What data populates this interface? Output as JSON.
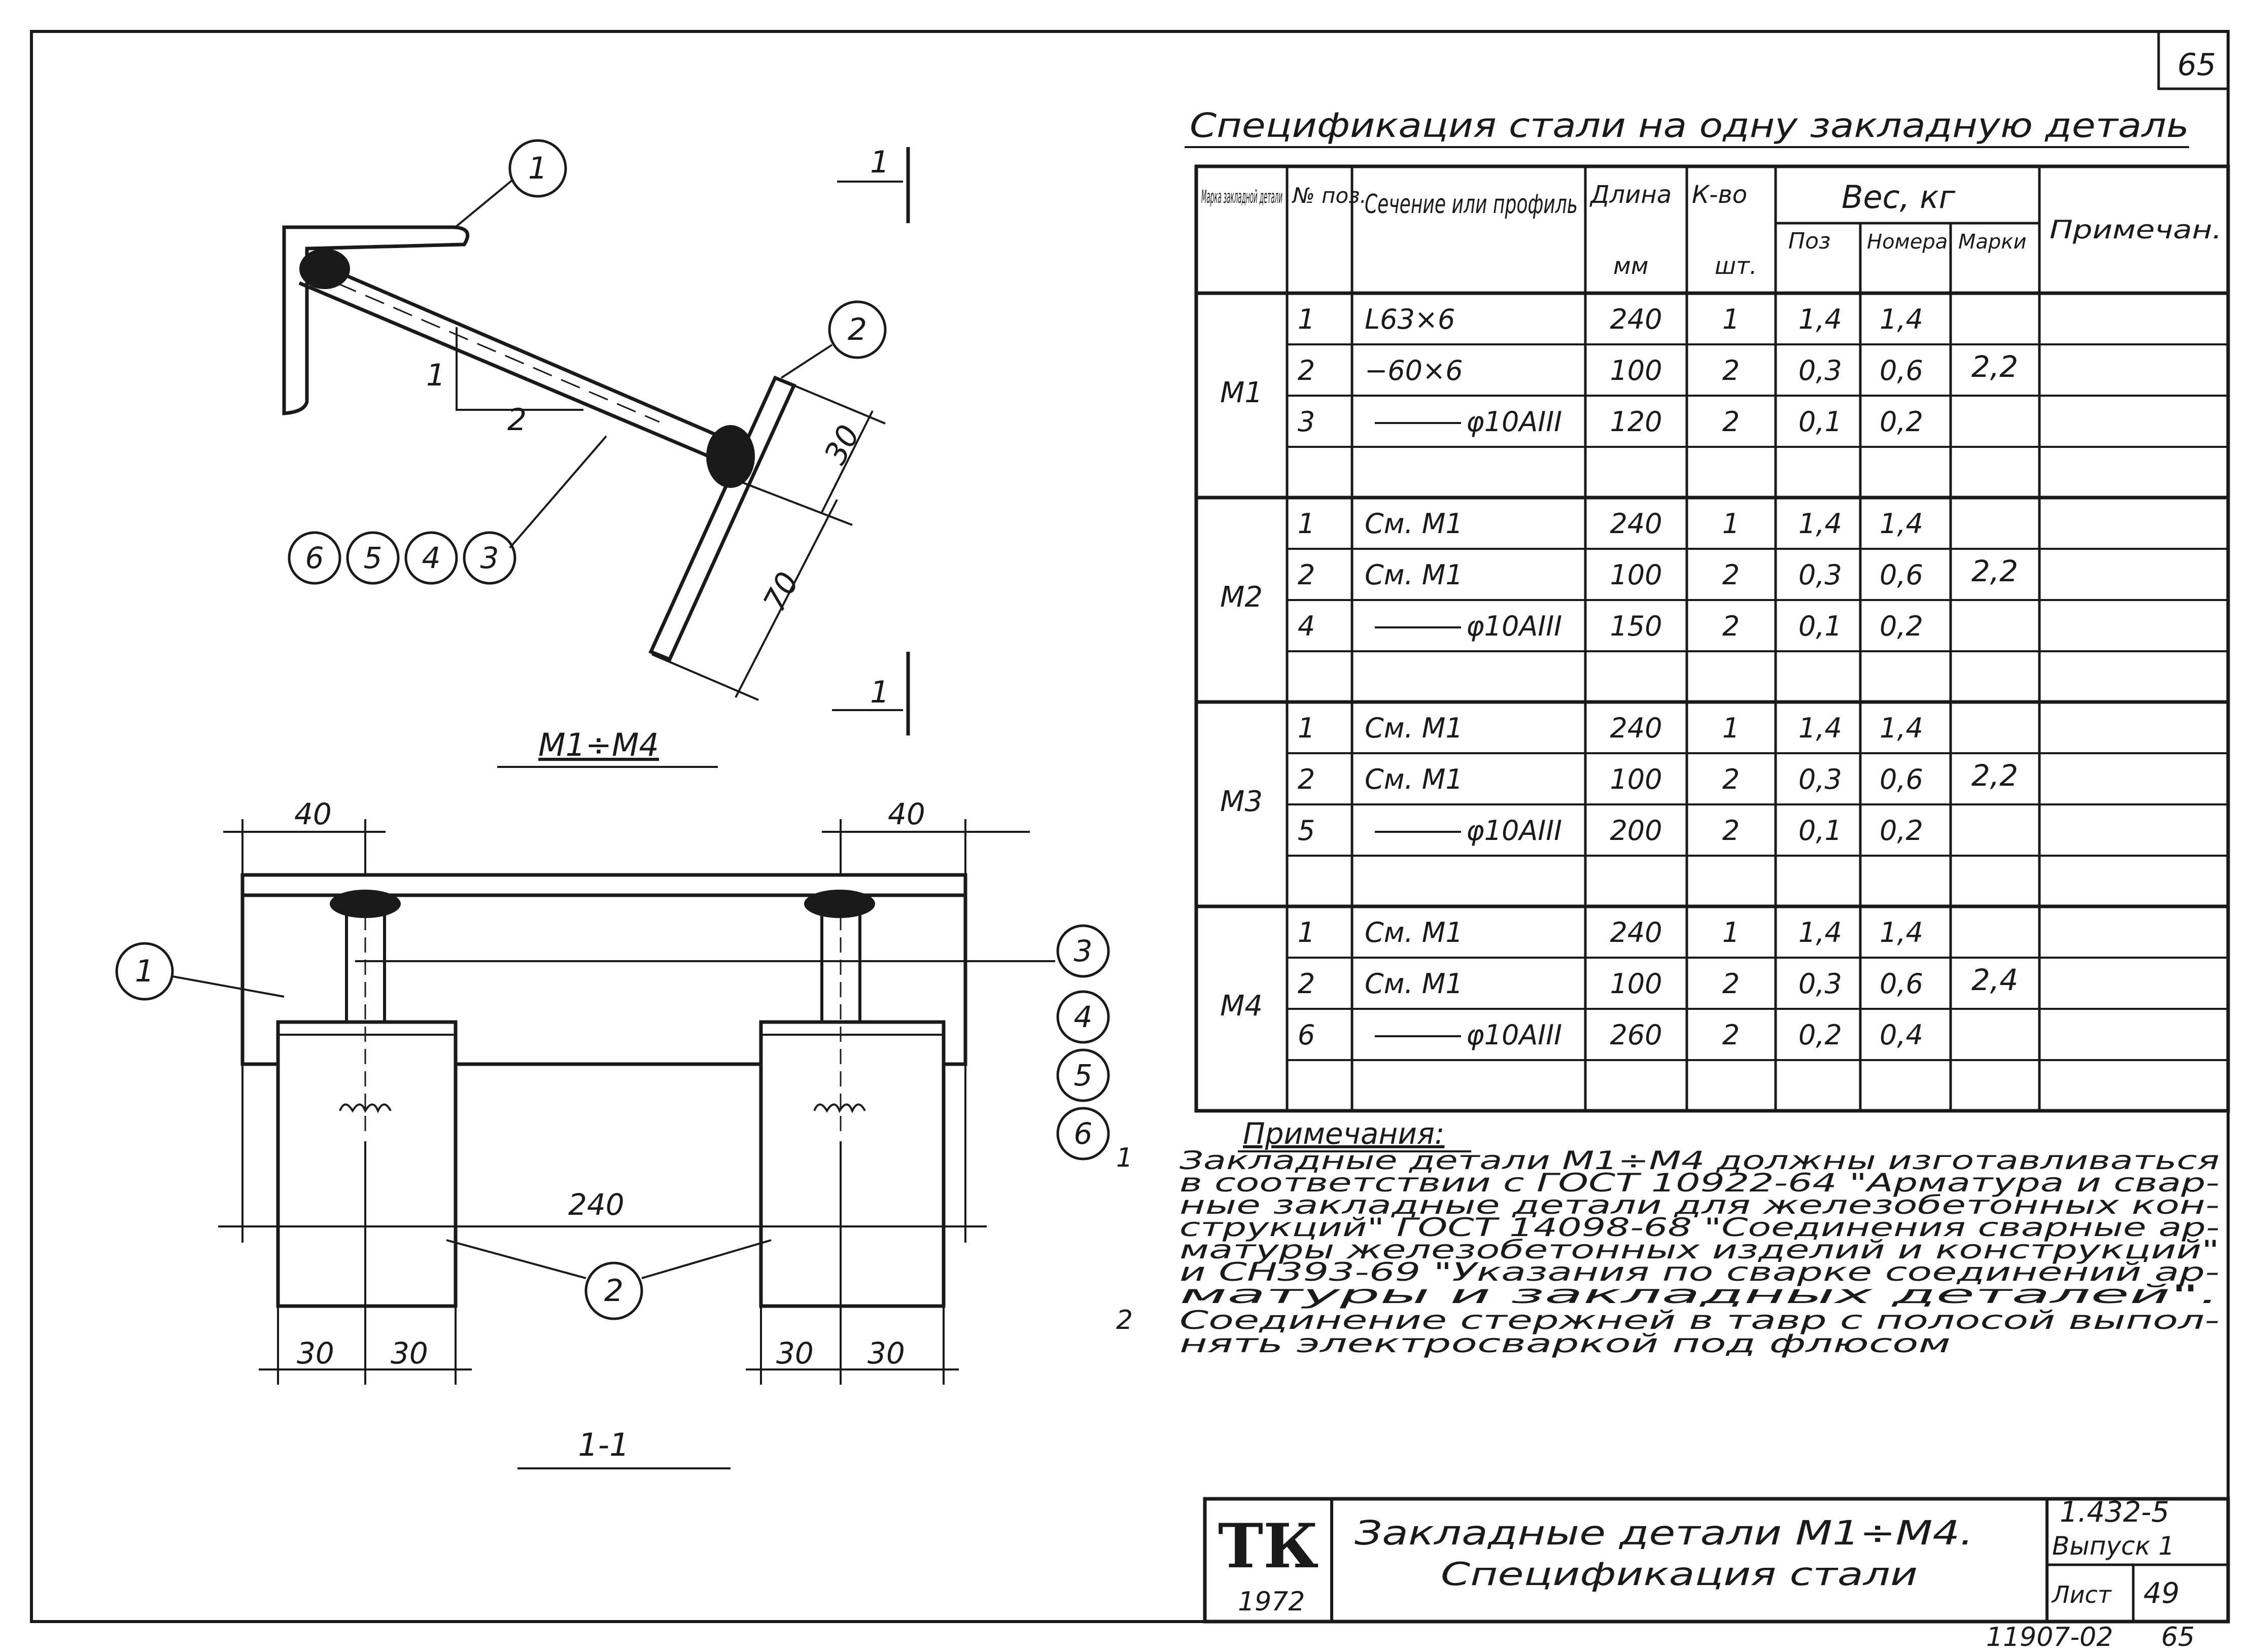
{
  "sheet": {
    "page_number": "65",
    "footer_stamp": "11907-02",
    "footer_page": "65"
  },
  "table": {
    "title": "Спецификация стали на одну закладную деталь",
    "headers": {
      "mark": "Марка закладной детали",
      "pos": "№ поз.",
      "section": "Сечение или профиль",
      "length": "Длина",
      "length_unit": "мм",
      "qty": "К-во",
      "qty_unit": "шт.",
      "weight": "Вес, кг",
      "weight_pos": "Поз",
      "weight_norm": "Номера",
      "weight_mark": "Марки",
      "note": "Примечан."
    },
    "groups": [
      {
        "mark": "М1",
        "total": "2,2",
        "rows": [
          {
            "pos": "1",
            "section": "L63×6",
            "length": "240",
            "qty": "1",
            "w_pos": "1,4",
            "w_norm": "1,4"
          },
          {
            "pos": "2",
            "section": "−60×6",
            "length": "100",
            "qty": "2",
            "w_pos": "0,3",
            "w_norm": "0,6"
          },
          {
            "pos": "3",
            "section": "φ10АIII",
            "length": "120",
            "qty": "2",
            "w_pos": "0,1",
            "w_norm": "0,2"
          }
        ]
      },
      {
        "mark": "М2",
        "total": "2,2",
        "rows": [
          {
            "pos": "1",
            "section": "См. М1",
            "length": "240",
            "qty": "1",
            "w_pos": "1,4",
            "w_norm": "1,4"
          },
          {
            "pos": "2",
            "section": "См. М1",
            "length": "100",
            "qty": "2",
            "w_pos": "0,3",
            "w_norm": "0,6"
          },
          {
            "pos": "4",
            "section": "φ10АIII",
            "length": "150",
            "qty": "2",
            "w_pos": "0,1",
            "w_norm": "0,2"
          }
        ]
      },
      {
        "mark": "М3",
        "total": "2,2",
        "rows": [
          {
            "pos": "1",
            "section": "См. М1",
            "length": "240",
            "qty": "1",
            "w_pos": "1,4",
            "w_norm": "1,4"
          },
          {
            "pos": "2",
            "section": "См. М1",
            "length": "100",
            "qty": "2",
            "w_pos": "0,3",
            "w_norm": "0,6"
          },
          {
            "pos": "5",
            "section": "φ10АIII",
            "length": "200",
            "qty": "2",
            "w_pos": "0,1",
            "w_norm": "0,2"
          }
        ]
      },
      {
        "mark": "М4",
        "total": "2,4",
        "rows": [
          {
            "pos": "1",
            "section": "См. М1",
            "length": "240",
            "qty": "1",
            "w_pos": "1,4",
            "w_norm": "1,4"
          },
          {
            "pos": "2",
            "section": "См. М1",
            "length": "100",
            "qty": "2",
            "w_pos": "0,3",
            "w_norm": "0,6"
          },
          {
            "pos": "6",
            "section": "φ10АIII",
            "length": "260",
            "qty": "2",
            "w_pos": "0,2",
            "w_norm": "0,4"
          }
        ]
      }
    ]
  },
  "notes": {
    "heading": "Примечания:",
    "n1_num": "1",
    "n1_lines": [
      "Закладные детали М1÷М4 должны изготавливаться",
      "в соответствии с ГОСТ 10922-64 \"Арматура и свар-",
      "ные закладные детали для железобетонных кон-",
      "струкций\" ГОСТ 14098-68 \"Соединения сварные ар-",
      "матуры железобетонных изделий и конструкций\"",
      "и СН393-69 \"Указания по сварке соединений ар-",
      "матуры и закладных деталей\"."
    ],
    "n2_num": "2",
    "n2_lines": [
      "Соединение стержней в тавр с полосой выпол-",
      "нять электросваркой под флюсом"
    ]
  },
  "drawing": {
    "view_top_title": "М1÷М4",
    "view_section_title": "1-1",
    "section_mark": "1",
    "dim_1": "1",
    "dim_2": "2",
    "dim_30": "30",
    "dim_70": "70",
    "dim_40_left": "40",
    "dim_40_right": "40",
    "dim_240": "240",
    "dim_30a": "30",
    "dim_30b": "30",
    "dim_30c": "30",
    "dim_30d": "30",
    "callouts_top": [
      "1",
      "2",
      "6",
      "5",
      "4",
      "3"
    ],
    "callouts_section": [
      "1",
      "2",
      "3",
      "4",
      "5",
      "6"
    ]
  },
  "title_block": {
    "logo": "ТК",
    "year": "1972",
    "title_line1": "Закладные детали М1÷М4.",
    "title_line2": "Спецификация стали",
    "series": "1.432-5",
    "issue": "Выпуск 1",
    "sheet_label": "Лист",
    "sheet_number": "49"
  }
}
